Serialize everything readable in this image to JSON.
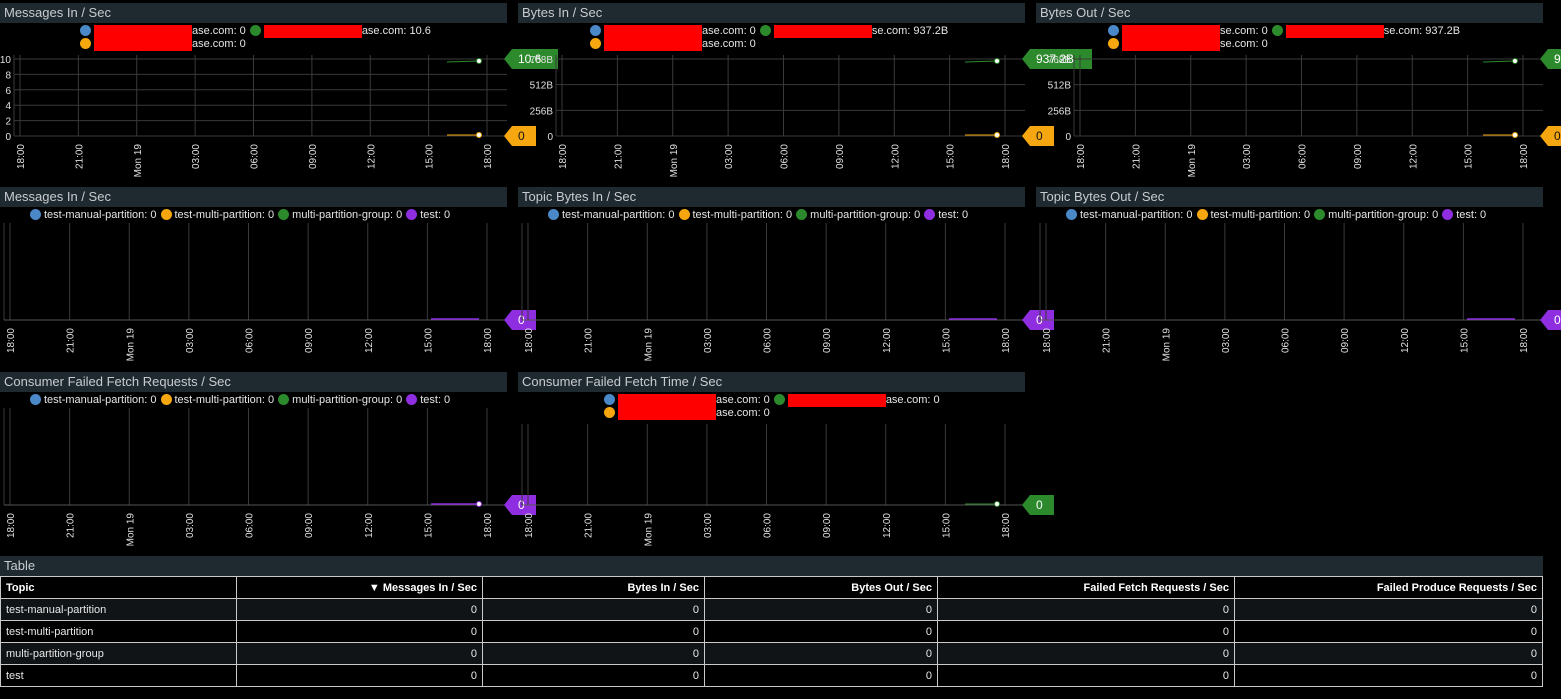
{
  "colors": {
    "blue": "#4a88c7",
    "orange": "#f6a70f",
    "green": "#2c8a2c",
    "purple": "#8e2ee0",
    "redact": "#ff0000",
    "grid": "#3a3a3a"
  },
  "time_ticks": [
    "18:00",
    "21:00",
    "Mon 19",
    "03:00",
    "06:00",
    "09:00",
    "12:00",
    "15:00",
    "18:00"
  ],
  "panels": [
    {
      "title": "Messages In / Sec",
      "legend": [
        {
          "color": "blue",
          "suffix": "ase.com: 0"
        },
        {
          "color": "green",
          "suffix": "ase.com: 10.6"
        },
        {
          "color": "orange",
          "suffix": "ase.com: 0"
        }
      ],
      "y_ticks": [
        "10",
        "8",
        "6",
        "4",
        "2",
        "0"
      ],
      "flags": [
        {
          "color": "green",
          "value": "10.6"
        },
        {
          "color": "orange",
          "value": "0"
        }
      ]
    },
    {
      "title": "Bytes In / Sec",
      "legend": [
        {
          "color": "blue",
          "suffix": "ase.com: 0"
        },
        {
          "color": "green",
          "suffix": "se.com: 937.2B"
        },
        {
          "color": "orange",
          "suffix": "ase.com: 0"
        }
      ],
      "y_ticks": [
        "768B",
        "512B",
        "256B",
        "0"
      ],
      "flags": [
        {
          "color": "green",
          "value": "937.2B"
        },
        {
          "color": "orange",
          "value": "0"
        }
      ]
    },
    {
      "title": "Bytes Out / Sec",
      "legend": [
        {
          "color": "blue",
          "suffix": "se.com: 0"
        },
        {
          "color": "green",
          "suffix": "se.com: 937.2B"
        },
        {
          "color": "orange",
          "suffix": "se.com: 0"
        }
      ],
      "y_ticks": [
        "768B",
        "512B",
        "256B",
        "0"
      ],
      "flags": [
        {
          "color": "green",
          "value": "9"
        },
        {
          "color": "orange",
          "value": "0"
        }
      ]
    },
    {
      "title": "Messages In / Sec",
      "legend": [
        {
          "color": "blue",
          "label": "test-manual-partition: 0"
        },
        {
          "color": "orange",
          "label": "test-multi-partition: 0"
        },
        {
          "color": "green",
          "label": "multi-partition-group: 0"
        },
        {
          "color": "purple",
          "label": "test: 0"
        }
      ],
      "flags": [
        {
          "color": "purple",
          "value": "0"
        }
      ]
    },
    {
      "title": "Topic Bytes In / Sec",
      "legend": [
        {
          "color": "blue",
          "label": "test-manual-partition: 0"
        },
        {
          "color": "orange",
          "label": "test-multi-partition: 0"
        },
        {
          "color": "green",
          "label": "multi-partition-group: 0"
        },
        {
          "color": "purple",
          "label": "test: 0"
        }
      ],
      "flags": [
        {
          "color": "purple",
          "value": "0"
        }
      ]
    },
    {
      "title": "Topic Bytes Out / Sec",
      "legend": [
        {
          "color": "blue",
          "label": "test-manual-partition: 0"
        },
        {
          "color": "orange",
          "label": "test-multi-partition: 0"
        },
        {
          "color": "green",
          "label": "multi-partition-group: 0"
        },
        {
          "color": "purple",
          "label": "test: 0"
        }
      ],
      "flags": [
        {
          "color": "purple",
          "value": "0"
        }
      ]
    },
    {
      "title": "Consumer Failed Fetch Requests / Sec",
      "legend": [
        {
          "color": "blue",
          "label": "test-manual-partition: 0"
        },
        {
          "color": "orange",
          "label": "test-multi-partition: 0"
        },
        {
          "color": "green",
          "label": "multi-partition-group: 0"
        },
        {
          "color": "purple",
          "label": "test: 0"
        }
      ],
      "flags": [
        {
          "color": "purple",
          "value": "0"
        }
      ]
    },
    {
      "title": "Consumer Failed Fetch Time / Sec",
      "legend": [
        {
          "color": "blue",
          "suffix": "ase.com: 0"
        },
        {
          "color": "green",
          "suffix": "ase.com: 0"
        },
        {
          "color": "orange",
          "suffix": "ase.com: 0"
        }
      ],
      "flags": [
        {
          "color": "green",
          "value": "0"
        }
      ]
    }
  ],
  "table": {
    "title": "Table",
    "columns": [
      "Topic",
      "▼ Messages In / Sec",
      "Bytes In / Sec",
      "Bytes Out / Sec",
      "Failed Fetch Requests / Sec",
      "Failed Produce Requests / Sec"
    ],
    "rows": [
      [
        "test-manual-partition",
        "0",
        "0",
        "0",
        "0",
        "0"
      ],
      [
        "test-multi-partition",
        "0",
        "0",
        "0",
        "0",
        "0"
      ],
      [
        "multi-partition-group",
        "0",
        "0",
        "0",
        "0",
        "0"
      ],
      [
        "test",
        "0",
        "0",
        "0",
        "0",
        "0"
      ]
    ]
  }
}
